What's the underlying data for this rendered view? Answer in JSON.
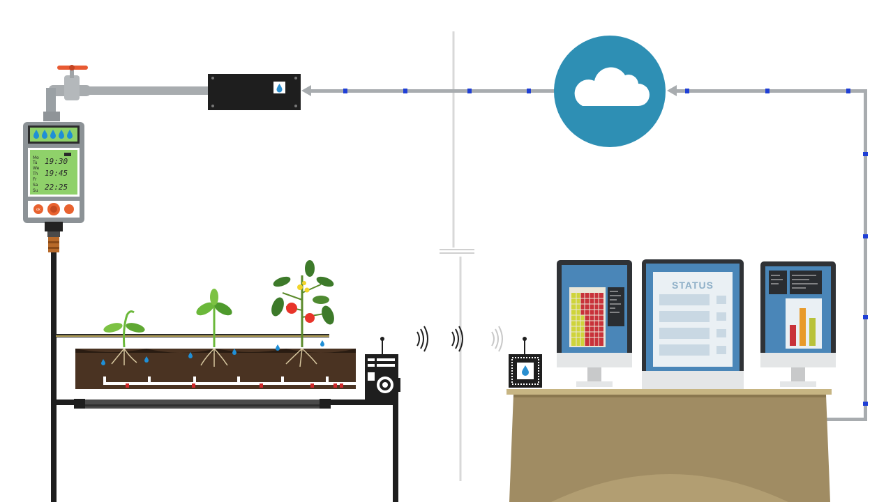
{
  "timer": {
    "days": [
      "Mo",
      "Tu",
      "We",
      "Th",
      "Fr",
      "Sa",
      "Su"
    ],
    "times": [
      "19:30",
      "19:45",
      "22:25"
    ],
    "button_label": "ok"
  },
  "monitor_center": {
    "title": "STATUS"
  },
  "colors": {
    "pipe": "#a8acaf",
    "data_dot": "#1f3fd6",
    "cloud_circle": "#2e8fb4",
    "lcd": "#8fd16a",
    "soil": "#4a3322",
    "desk_top": "#c7b583",
    "desk_body": "#a08c63"
  },
  "icons": [
    "cloud-icon",
    "water-drop-icon",
    "wireless-signal-icon",
    "tap-icon",
    "tomato-plant-icon"
  ]
}
